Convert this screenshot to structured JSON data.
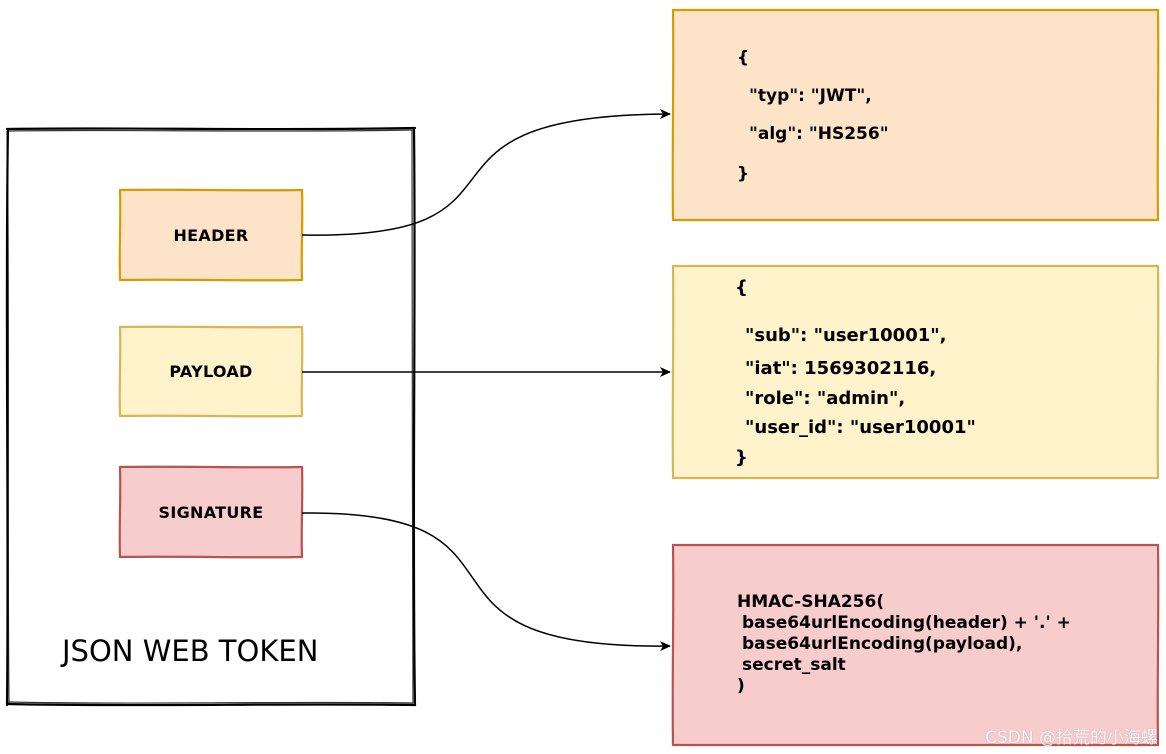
{
  "container": {
    "title": "JSON WEB TOKEN"
  },
  "sections": {
    "header": "HEADER",
    "payload": "PAYLOAD",
    "signature": "SIGNATURE"
  },
  "header_detail": {
    "lines": [
      "{",
      "\"typ\": \"JWT\",",
      "\"alg\": \"HS256\"",
      "}"
    ]
  },
  "payload_detail": {
    "lines": [
      "{",
      "\"sub\": \"user10001\",",
      "\"iat\": 1569302116,",
      "\"role\": \"admin\",",
      "\"user_id\": \"user10001\"",
      "}"
    ]
  },
  "signature_detail": {
    "lines": [
      "HMAC-SHA256(",
      "base64urlEncoding(header) + '.' +",
      "base64urlEncoding(payload),",
      "secret_salt",
      ")"
    ]
  },
  "watermark": "CSDN @拾荒的小海螺",
  "colors": {
    "header_fill": "#fde4c8",
    "header_stroke": "#d79b00",
    "payload_fill": "#fff3cc",
    "payload_stroke": "#d6b656",
    "signature_fill": "#f7cccd",
    "signature_stroke": "#b85450"
  }
}
